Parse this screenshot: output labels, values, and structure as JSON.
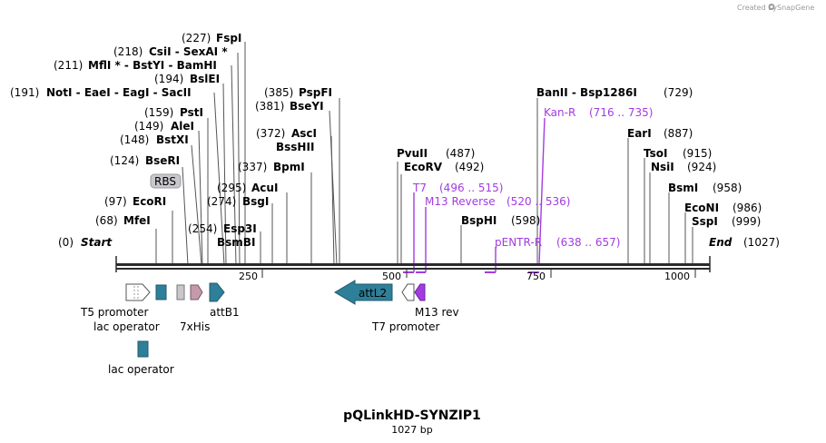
{
  "credit": {
    "created_by": "Created by",
    "brand": "SnapGene"
  },
  "map": {
    "title": "pQLinkHD-SYNZIP1",
    "length_label": "1027 bp"
  },
  "ruler_ticks": [
    {
      "label": "250",
      "pos": 250
    },
    {
      "label": "500",
      "pos": 500
    },
    {
      "label": "750",
      "pos": 750
    },
    {
      "label": "1000",
      "pos": 1000
    }
  ],
  "sites": [
    {
      "name": "Start",
      "pos": "(0)",
      "style": "bi"
    },
    {
      "name": "MfeI",
      "pos": "(68)"
    },
    {
      "name": "EcoRI",
      "pos": "(97)"
    },
    {
      "name": "BseRI",
      "pos": "(124)"
    },
    {
      "name": "BstXI",
      "pos": "(148)"
    },
    {
      "name": "AleI",
      "pos": "(149)"
    },
    {
      "name": "PstI",
      "pos": "(159)"
    },
    {
      "name": "NotI - EaeI - EagI - SacII",
      "pos": "(191)"
    },
    {
      "name": "BslEI",
      "pos": "(194)"
    },
    {
      "name": "MflI * - BstYI - BamHI",
      "pos": "(211)"
    },
    {
      "name": "CsiI - SexAI *",
      "pos": "(218)"
    },
    {
      "name": "FspI",
      "pos": "(227)"
    },
    {
      "name": "Esp3I",
      "pos": "(254)"
    },
    {
      "name": "BsmBI",
      "pos": ""
    },
    {
      "name": "BsgI",
      "pos": "(274)"
    },
    {
      "name": "AcuI",
      "pos": "(295)"
    },
    {
      "name": "BpmI",
      "pos": "(337)"
    },
    {
      "name": "AscI",
      "pos": "(372)"
    },
    {
      "name": "BssHII",
      "pos": ""
    },
    {
      "name": "BseYI",
      "pos": "(381)"
    },
    {
      "name": "PspFI",
      "pos": "(385)"
    },
    {
      "name": "PvuII",
      "pos": "(487)"
    },
    {
      "name": "EcoRV",
      "pos": "(492)"
    },
    {
      "name": "BspHI",
      "pos": "(598)"
    },
    {
      "name": "BanII - Bsp1286I",
      "pos": "(729)"
    },
    {
      "name": "EarI",
      "pos": "(887)"
    },
    {
      "name": "TsoI",
      "pos": "(915)"
    },
    {
      "name": "NsiI",
      "pos": "(924)"
    },
    {
      "name": "BsmI",
      "pos": "(958)"
    },
    {
      "name": "EcoNI",
      "pos": "(986)"
    },
    {
      "name": "SspI",
      "pos": "(999)"
    },
    {
      "name": "End",
      "pos": "(1027)",
      "style": "bi"
    }
  ],
  "primers": [
    {
      "name": "Kan-R",
      "range": "(716 .. 735)"
    },
    {
      "name": "T7",
      "range": "(496 .. 515)"
    },
    {
      "name": "M13 Reverse",
      "range": "(520 .. 536)"
    },
    {
      "name": "pENTR-R",
      "range": "(638 .. 657)"
    }
  ],
  "features": [
    {
      "name": "RBS",
      "type": "rbs"
    },
    {
      "name": "T5 promoter",
      "type": "promoter"
    },
    {
      "name": "lac operator",
      "type": "operator"
    },
    {
      "name": "7xHis",
      "type": "tag"
    },
    {
      "name": "attB1",
      "type": "misc"
    },
    {
      "name": "attL2",
      "type": "misc"
    },
    {
      "name": "T7 promoter",
      "type": "promoter"
    },
    {
      "name": "M13 rev",
      "type": "primer_bind"
    },
    {
      "name": "lac operator",
      "type": "operator"
    }
  ],
  "colors": {
    "backbone": "#2b2b2b",
    "primer": "#a23ce0",
    "misc_feature": "#2e7f99",
    "his_tag": "#c49aab",
    "rbs_fill": "#c8c8cc",
    "promoter_fill": "#ffffff",
    "site_line": "#555555"
  }
}
